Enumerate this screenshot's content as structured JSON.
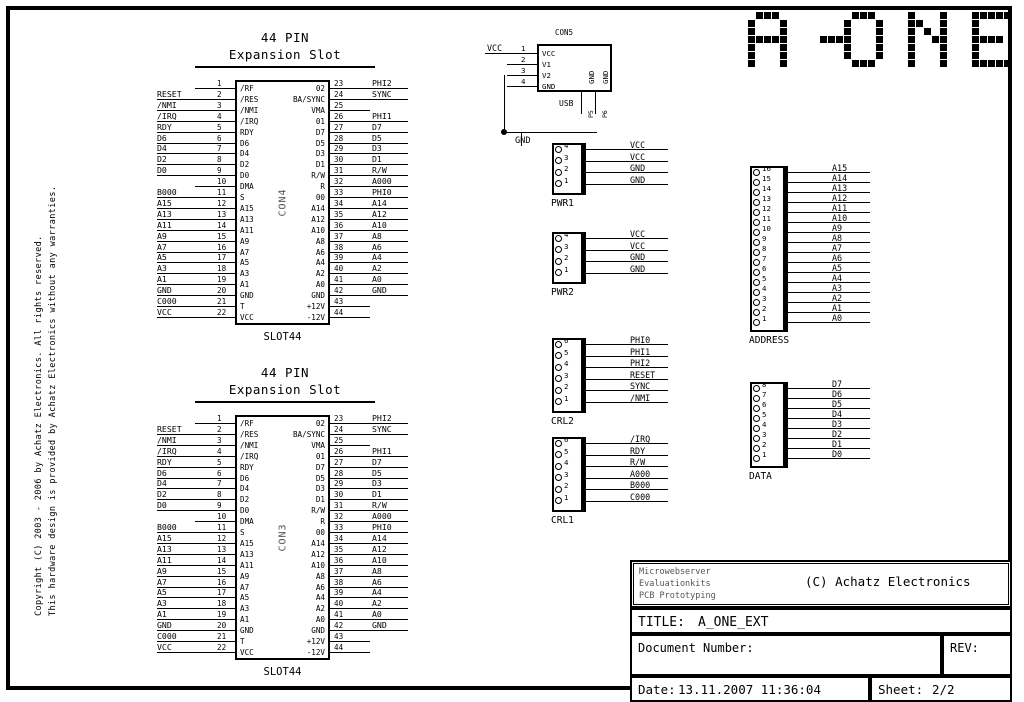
{
  "sheet": {
    "copyright_line1": "Copyright (C) 2003 - 2006 by Achatz Electronics. All rights reserved.",
    "copyright_line2": "This hardware design is provided by Achatz Electronics without any warranties.",
    "logo_text": "A-ONE"
  },
  "slots": [
    {
      "title_line1": "44 PIN",
      "title_line2": "Expansion Slot",
      "refdes": "CON4",
      "footprint": "SLOT44",
      "left_pins": [
        {
          "num": "1",
          "name": "/RF",
          "net": ""
        },
        {
          "num": "2",
          "name": "/RES",
          "net": "RESET"
        },
        {
          "num": "3",
          "name": "/NMI",
          "net": "/NMI"
        },
        {
          "num": "4",
          "name": "/IRQ",
          "net": "/IRQ"
        },
        {
          "num": "5",
          "name": "RDY",
          "net": "RDY"
        },
        {
          "num": "6",
          "name": "D6",
          "net": "D6"
        },
        {
          "num": "7",
          "name": "D4",
          "net": "D4"
        },
        {
          "num": "8",
          "name": "D2",
          "net": "D2"
        },
        {
          "num": "9",
          "name": "D0",
          "net": "D0"
        },
        {
          "num": "10",
          "name": "DMA",
          "net": ""
        },
        {
          "num": "11",
          "name": "S",
          "net": "B000"
        },
        {
          "num": "12",
          "name": "A15",
          "net": "A15"
        },
        {
          "num": "13",
          "name": "A13",
          "net": "A13"
        },
        {
          "num": "14",
          "name": "A11",
          "net": "A11"
        },
        {
          "num": "15",
          "name": "A9",
          "net": "A9"
        },
        {
          "num": "16",
          "name": "A7",
          "net": "A7"
        },
        {
          "num": "17",
          "name": "A5",
          "net": "A5"
        },
        {
          "num": "18",
          "name": "A3",
          "net": "A3"
        },
        {
          "num": "19",
          "name": "A1",
          "net": "A1"
        },
        {
          "num": "20",
          "name": "GND",
          "net": "GND"
        },
        {
          "num": "21",
          "name": "T",
          "net": "C000"
        },
        {
          "num": "22",
          "name": "VCC",
          "net": "VCC"
        }
      ],
      "right_pins": [
        {
          "num": "23",
          "name": "02",
          "net": "PHI2"
        },
        {
          "num": "24",
          "name": "BA/SYNC",
          "net": "SYNC"
        },
        {
          "num": "25",
          "name": "VMA",
          "net": ""
        },
        {
          "num": "26",
          "name": "01",
          "net": "PHI1"
        },
        {
          "num": "27",
          "name": "D7",
          "net": "D7"
        },
        {
          "num": "28",
          "name": "D5",
          "net": "D5"
        },
        {
          "num": "29",
          "name": "D3",
          "net": "D3"
        },
        {
          "num": "30",
          "name": "D1",
          "net": "D1"
        },
        {
          "num": "31",
          "name": "R/W",
          "net": "R/W"
        },
        {
          "num": "32",
          "name": "R",
          "net": "A000"
        },
        {
          "num": "33",
          "name": "00",
          "net": "PHI0"
        },
        {
          "num": "34",
          "name": "A14",
          "net": "A14"
        },
        {
          "num": "35",
          "name": "A12",
          "net": "A12"
        },
        {
          "num": "36",
          "name": "A10",
          "net": "A10"
        },
        {
          "num": "37",
          "name": "A8",
          "net": "A8"
        },
        {
          "num": "38",
          "name": "A6",
          "net": "A6"
        },
        {
          "num": "39",
          "name": "A4",
          "net": "A4"
        },
        {
          "num": "40",
          "name": "A2",
          "net": "A2"
        },
        {
          "num": "41",
          "name": "A0",
          "net": "A0"
        },
        {
          "num": "42",
          "name": "GND",
          "net": "GND"
        },
        {
          "num": "43",
          "name": "+12V",
          "net": ""
        },
        {
          "num": "44",
          "name": "-12V",
          "net": ""
        }
      ]
    },
    {
      "title_line1": "44 PIN",
      "title_line2": "Expansion Slot",
      "refdes": "CON3",
      "footprint": "SLOT44",
      "left_pins": [
        {
          "num": "1",
          "name": "/RF",
          "net": ""
        },
        {
          "num": "2",
          "name": "/RES",
          "net": "RESET"
        },
        {
          "num": "3",
          "name": "/NMI",
          "net": "/NMI"
        },
        {
          "num": "4",
          "name": "/IRQ",
          "net": "/IRQ"
        },
        {
          "num": "5",
          "name": "RDY",
          "net": "RDY"
        },
        {
          "num": "6",
          "name": "D6",
          "net": "D6"
        },
        {
          "num": "7",
          "name": "D4",
          "net": "D4"
        },
        {
          "num": "8",
          "name": "D2",
          "net": "D2"
        },
        {
          "num": "9",
          "name": "D0",
          "net": "D0"
        },
        {
          "num": "10",
          "name": "DMA",
          "net": ""
        },
        {
          "num": "11",
          "name": "S",
          "net": "B000"
        },
        {
          "num": "12",
          "name": "A15",
          "net": "A15"
        },
        {
          "num": "13",
          "name": "A13",
          "net": "A13"
        },
        {
          "num": "14",
          "name": "A11",
          "net": "A11"
        },
        {
          "num": "15",
          "name": "A9",
          "net": "A9"
        },
        {
          "num": "16",
          "name": "A7",
          "net": "A7"
        },
        {
          "num": "17",
          "name": "A5",
          "net": "A5"
        },
        {
          "num": "18",
          "name": "A3",
          "net": "A3"
        },
        {
          "num": "19",
          "name": "A1",
          "net": "A1"
        },
        {
          "num": "20",
          "name": "GND",
          "net": "GND"
        },
        {
          "num": "21",
          "name": "T",
          "net": "C000"
        },
        {
          "num": "22",
          "name": "VCC",
          "net": "VCC"
        }
      ],
      "right_pins": [
        {
          "num": "23",
          "name": "02",
          "net": "PHI2"
        },
        {
          "num": "24",
          "name": "BA/SYNC",
          "net": "SYNC"
        },
        {
          "num": "25",
          "name": "VMA",
          "net": ""
        },
        {
          "num": "26",
          "name": "01",
          "net": "PHI1"
        },
        {
          "num": "27",
          "name": "D7",
          "net": "D7"
        },
        {
          "num": "28",
          "name": "D5",
          "net": "D5"
        },
        {
          "num": "29",
          "name": "D3",
          "net": "D3"
        },
        {
          "num": "30",
          "name": "D1",
          "net": "D1"
        },
        {
          "num": "31",
          "name": "R/W",
          "net": "R/W"
        },
        {
          "num": "32",
          "name": "R",
          "net": "A000"
        },
        {
          "num": "33",
          "name": "00",
          "net": "PHI0"
        },
        {
          "num": "34",
          "name": "A14",
          "net": "A14"
        },
        {
          "num": "35",
          "name": "A12",
          "net": "A12"
        },
        {
          "num": "36",
          "name": "A10",
          "net": "A10"
        },
        {
          "num": "37",
          "name": "A8",
          "net": "A8"
        },
        {
          "num": "38",
          "name": "A6",
          "net": "A6"
        },
        {
          "num": "39",
          "name": "A4",
          "net": "A4"
        },
        {
          "num": "40",
          "name": "A2",
          "net": "A2"
        },
        {
          "num": "41",
          "name": "A0",
          "net": "A0"
        },
        {
          "num": "42",
          "name": "GND",
          "net": "GND"
        },
        {
          "num": "43",
          "name": "+12V",
          "net": ""
        },
        {
          "num": "44",
          "name": "-12V",
          "net": ""
        }
      ]
    }
  ],
  "con5": {
    "refdes": "CON5",
    "footprint": "USB",
    "pins": [
      {
        "num": "1",
        "name": "VCC",
        "net": "VCC"
      },
      {
        "num": "2",
        "name": "V1",
        "net": ""
      },
      {
        "num": "3",
        "name": "V2",
        "net": ""
      },
      {
        "num": "4",
        "name": "GND",
        "net": ""
      }
    ],
    "side_pins": [
      {
        "name": "GND",
        "num": "P5"
      },
      {
        "name": "GND",
        "num": "P6"
      }
    ],
    "gnd_label": "GND"
  },
  "headers": [
    {
      "refdes": "PWR1",
      "pins": [
        {
          "num": "4",
          "net": "VCC"
        },
        {
          "num": "3",
          "net": "VCC"
        },
        {
          "num": "2",
          "net": "GND"
        },
        {
          "num": "1",
          "net": "GND"
        }
      ]
    },
    {
      "refdes": "PWR2",
      "pins": [
        {
          "num": "4",
          "net": "VCC"
        },
        {
          "num": "3",
          "net": "VCC"
        },
        {
          "num": "2",
          "net": "GND"
        },
        {
          "num": "1",
          "net": "GND"
        }
      ]
    },
    {
      "refdes": "CRL2",
      "pins": [
        {
          "num": "6",
          "net": "PHI0"
        },
        {
          "num": "5",
          "net": "PHI1"
        },
        {
          "num": "4",
          "net": "PHI2"
        },
        {
          "num": "3",
          "net": "RESET"
        },
        {
          "num": "2",
          "net": "SYNC"
        },
        {
          "num": "1",
          "net": "/NMI"
        }
      ]
    },
    {
      "refdes": "CRL1",
      "pins": [
        {
          "num": "6",
          "net": "/IRQ"
        },
        {
          "num": "5",
          "net": "RDY"
        },
        {
          "num": "4",
          "net": "R/W"
        },
        {
          "num": "3",
          "net": "A000"
        },
        {
          "num": "2",
          "net": "B000"
        },
        {
          "num": "1",
          "net": "C000"
        }
      ]
    },
    {
      "refdes": "ADDRESS",
      "pins": [
        {
          "num": "16",
          "net": "A15"
        },
        {
          "num": "15",
          "net": "A14"
        },
        {
          "num": "14",
          "net": "A13"
        },
        {
          "num": "13",
          "net": "A12"
        },
        {
          "num": "12",
          "net": "A11"
        },
        {
          "num": "11",
          "net": "A10"
        },
        {
          "num": "10",
          "net": "A9"
        },
        {
          "num": "9",
          "net": "A8"
        },
        {
          "num": "8",
          "net": "A7"
        },
        {
          "num": "7",
          "net": "A6"
        },
        {
          "num": "6",
          "net": "A5"
        },
        {
          "num": "5",
          "net": "A4"
        },
        {
          "num": "4",
          "net": "A3"
        },
        {
          "num": "3",
          "net": "A2"
        },
        {
          "num": "2",
          "net": "A1"
        },
        {
          "num": "1",
          "net": "A0"
        }
      ]
    },
    {
      "refdes": "DATA",
      "pins": [
        {
          "num": "8",
          "net": "D7"
        },
        {
          "num": "7",
          "net": "D6"
        },
        {
          "num": "6",
          "net": "D5"
        },
        {
          "num": "5",
          "net": "D4"
        },
        {
          "num": "4",
          "net": "D3"
        },
        {
          "num": "3",
          "net": "D2"
        },
        {
          "num": "2",
          "net": "D1"
        },
        {
          "num": "1",
          "net": "D0"
        }
      ]
    }
  ],
  "title_block": {
    "company_line1": "Microwebserver",
    "company_line2": "Evaluationkits",
    "company_line3": "PCB Prototyping",
    "copyright": "(C) Achatz Electronics",
    "title_label": "TITLE:",
    "title_value": "A_ONE_EXT",
    "docnum_label": "Document Number:",
    "docnum_value": "",
    "rev_label": "REV:",
    "rev_value": "",
    "date_label": "Date:",
    "date_value": "13.11.2007 11:36:04",
    "sheet_label": "Sheet:",
    "sheet_value": "2/2"
  }
}
